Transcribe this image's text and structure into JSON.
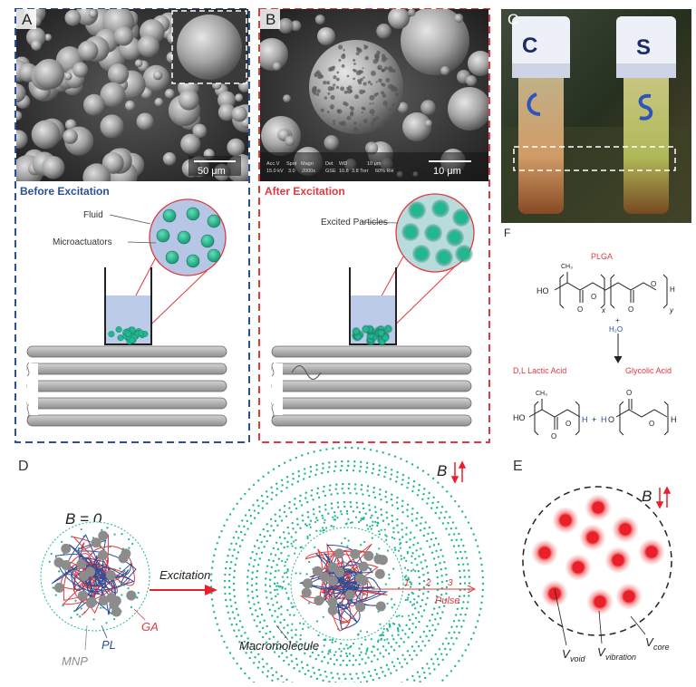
{
  "panels": {
    "A": {
      "letter": "A",
      "scale_bar": "50 μm",
      "caption": "Before Excitation",
      "label_fluid": "Fluid",
      "label_microactuators": "Microactuators"
    },
    "B": {
      "letter": "B",
      "scale_bar": "10 μm",
      "caption": "After Excitation",
      "label_excited": "Excited Particles",
      "sem_info": {
        "accv": "Acc.V",
        "accv_val": "15.0 kV",
        "spot": "Spot",
        "spot_val": "3.0",
        "magn": "Magn",
        "magn_val": "2000x",
        "det": "Det",
        "det_val": "GSE",
        "wd": "WD",
        "wd_val": "10.8",
        "torr": "3.8 Torr",
        "rh": "60% RH",
        "bar": "10 μm",
        "scale": "10 μm"
      }
    },
    "C": {
      "letter": "C",
      "cap_left": "C",
      "cap_right": "S"
    },
    "D": {
      "letter": "D",
      "b_zero": "B = 0",
      "b_label": "B",
      "excitation": "Excitation",
      "mnp": "MNP",
      "pl": "PL",
      "ga": "GA",
      "macromolecule": "Macromolecule",
      "pulse": "Pulse",
      "ring_numbers": [
        "1",
        "2",
        "3"
      ]
    },
    "E": {
      "letter": "E",
      "b_label": "B",
      "v_void": "V",
      "v_void_sub": "void",
      "v_vibration": "V",
      "v_vibration_sub": "vibration",
      "v_core": "V",
      "v_core_sub": "core"
    },
    "F": {
      "letter": "F",
      "plga": "PLGA",
      "water": "H₂O",
      "plus": "+",
      "lactic": "D,L Lactic Acid",
      "glycolic": "Glycolic Acid",
      "ho": "HO",
      "h": "H",
      "o": "O",
      "x": "x",
      "y": "y",
      "ch3": "CH₃"
    }
  },
  "colors": {
    "blue_frame": "#2a4f9a",
    "red_frame": "#e0393e",
    "teal": "#1fb88f",
    "gray": "#8c8c8c",
    "particle_red": "#e8202a"
  }
}
